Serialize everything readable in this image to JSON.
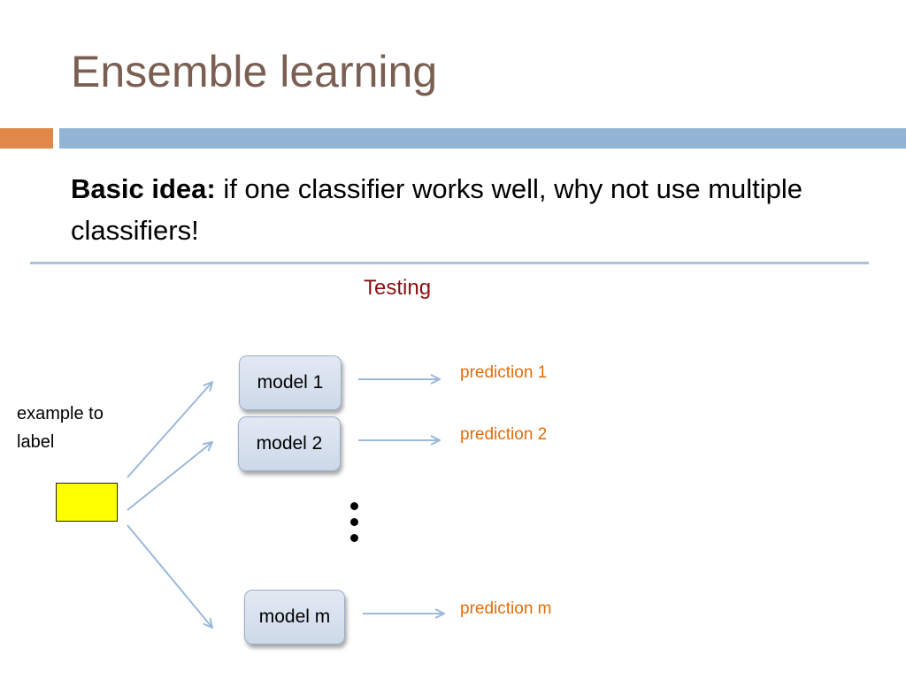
{
  "slide": {
    "title": "Ensemble learning",
    "body_bold": "Basic idea:",
    "body_text": " if one classifier works well, why not use multiple classifiers!",
    "section_label": "Testing"
  },
  "diagram": {
    "input_label_line1": "example to",
    "input_label_line2": "label",
    "models": [
      "model 1",
      "model 2",
      "model m"
    ],
    "predictions": [
      "prediction 1",
      "prediction 2",
      "prediction m"
    ],
    "colors": {
      "title": "#7a5f52",
      "accent_orange": "#e0874a",
      "accent_blue": "#92b5d6",
      "section_label": "#8b0f0f",
      "prediction": "#e36c09",
      "input_box": "#ffff00",
      "arrow": "#9bb9d8"
    }
  }
}
